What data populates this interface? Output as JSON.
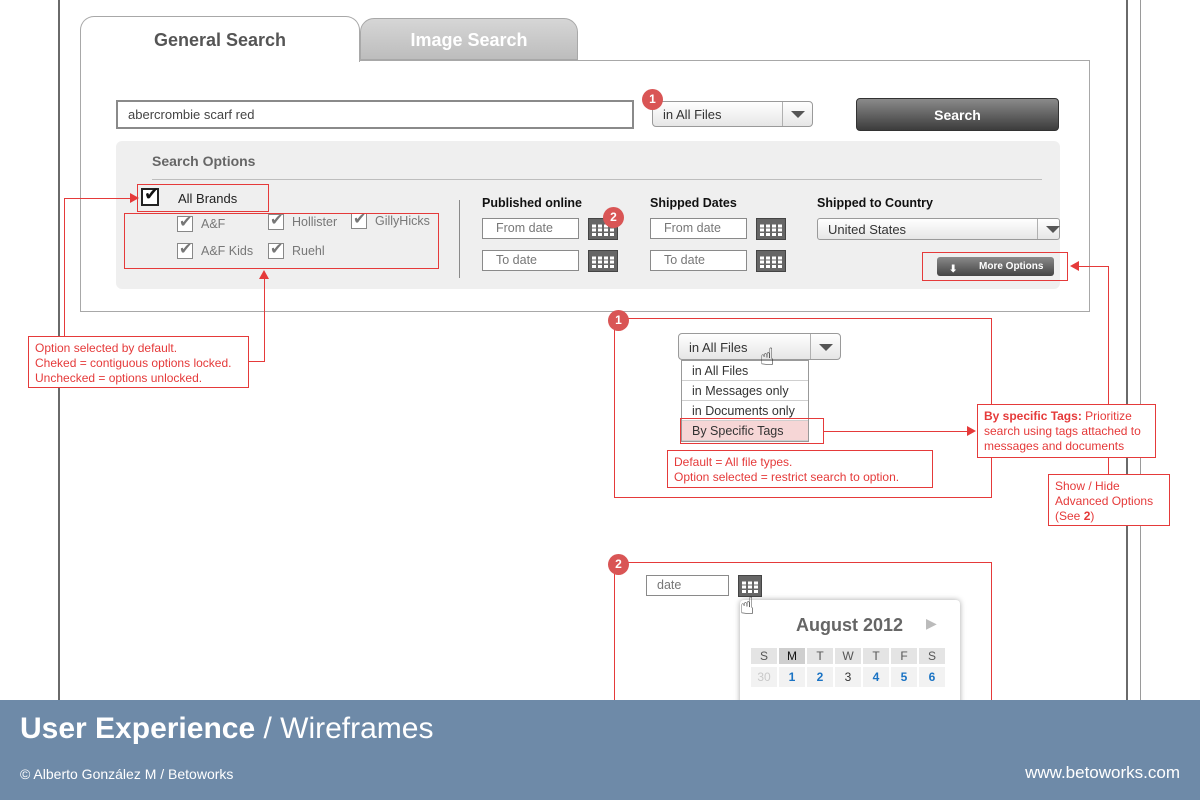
{
  "tabs": {
    "general": "General Search",
    "image": "Image Search"
  },
  "search": {
    "query": "abercrombie scarf red",
    "scope": "in All Files",
    "button": "Search"
  },
  "options": {
    "title": "Search Options",
    "all_brands": "All Brands",
    "brands": [
      "A&F",
      "Hollister",
      "GillyHicks",
      "A&F Kids",
      "Ruehl"
    ],
    "published_online": "Published online",
    "shipped_dates": "Shipped Dates",
    "shipped_country": "Shipped to Country",
    "from_date": "From date",
    "to_date": "To date",
    "country": "United States",
    "more_options": "More Options"
  },
  "annotations": {
    "brands_note": [
      "Option selected by default.",
      "Cheked = contiguous options locked.",
      "Unchecked = options unlocked."
    ],
    "scope_note": [
      "Default = All file types.",
      "Option selected = restrict search to option."
    ],
    "tags_note_bold": "By specific Tags:",
    "tags_note_rest": " Prioritize search using tags attached to messages and documents",
    "advanced_note_prefix": "Show / Hide Advanced Options (See ",
    "advanced_note_num": "2",
    "advanced_note_suffix": ")",
    "badge1": "1",
    "badge2": "2"
  },
  "dropdown_demo": {
    "selected": "in All Files",
    "items": [
      "in All Files",
      "in Messages only",
      "in Documents only",
      "By Specific Tags"
    ]
  },
  "calendar": {
    "date_placeholder": "date",
    "month": "August 2012",
    "next": "▶",
    "dows": [
      "S",
      "M",
      "T",
      "W",
      "T",
      "F",
      "S"
    ],
    "week1": [
      "30",
      "1",
      "2",
      "3",
      "4",
      "5",
      "6"
    ]
  },
  "footer": {
    "title_bold": "User Experience",
    "title_rest": " / Wireframes",
    "copyright": "© Alberto González M / Betoworks",
    "site": "www.betoworks.com"
  },
  "colors": {
    "annotation": "#e53a3a",
    "footer": "#6e8aa8",
    "badge": "#d95555",
    "calendar_day": "#1a73c4"
  }
}
